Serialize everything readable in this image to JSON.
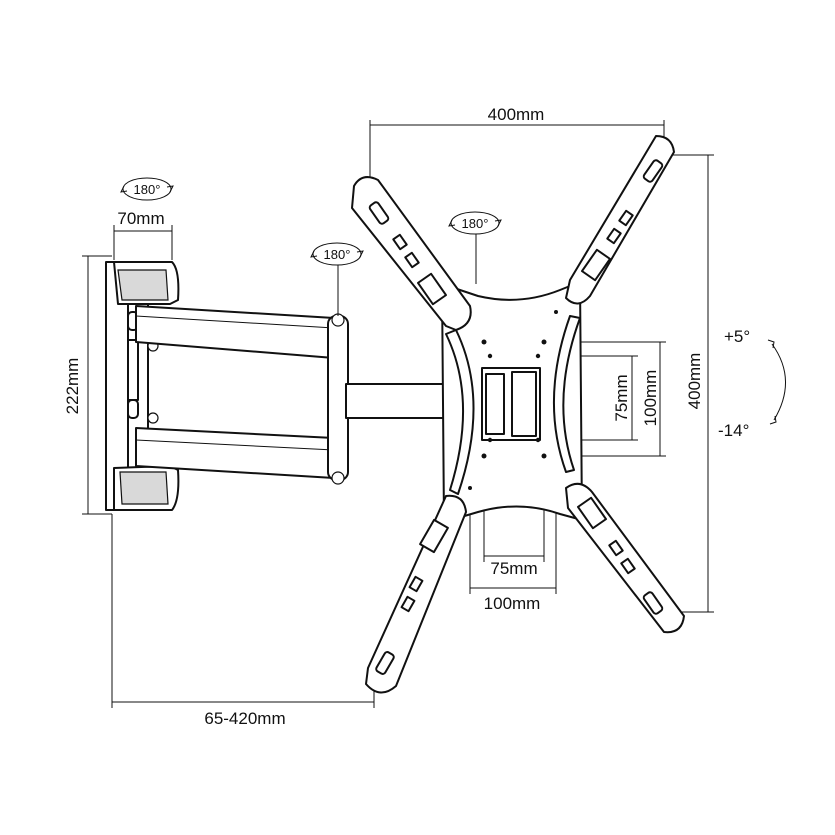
{
  "dimensions": {
    "top_width": "400mm",
    "right_height": "400mm",
    "vesa_h_inner": "75mm",
    "vesa_h_outer": "100mm",
    "vesa_v_inner": "75mm",
    "vesa_v_outer": "100mm",
    "wall_plate_height": "222mm",
    "wall_plate_depth": "70mm",
    "extension": "65-420mm"
  },
  "rotation": {
    "wall_swivel": "180°",
    "arm_swivel": "180°",
    "plate_swivel": "180°"
  },
  "tilt": {
    "up": "+5°",
    "down": "-14°"
  }
}
